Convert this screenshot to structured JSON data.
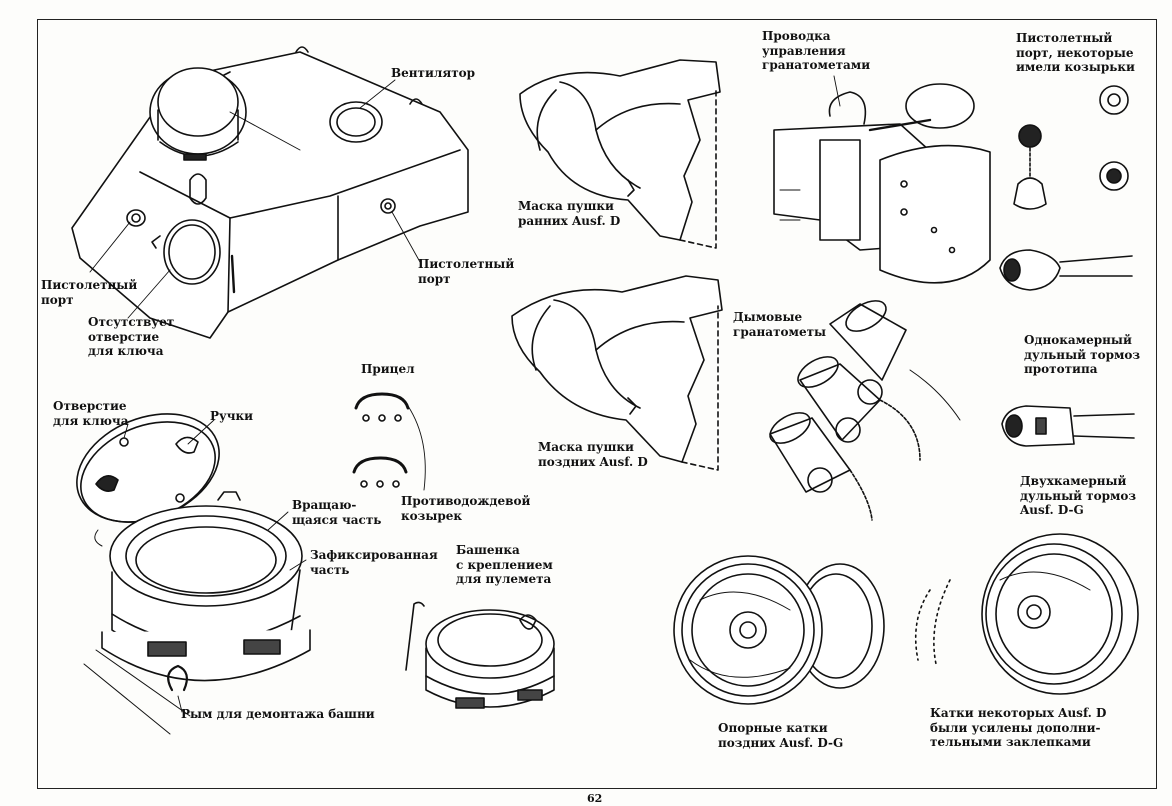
{
  "page_number": "62",
  "labels": {
    "ventilator": "Вентилятор",
    "pistol_port_left": "Пистолетный\nпорт",
    "key_hole_missing": "Отсутствует\nотверстие\nдля ключа",
    "pistol_port_right": "Пистолетный\nпорт",
    "mantlet_early": "Маска пушки\nранних Ausf. D",
    "mantlet_late": "Маска пушки\nпоздних Ausf. D",
    "wiring": "Проводка\nуправления\nгранатометами",
    "pistol_port_visor": "Пистолетный\nпорт, некоторые\nимели козырьки",
    "smoke_launchers": "Дымовые\nгранатометы",
    "muzzle_single": "Однокамерный\nдульный тормоз\nпрототипа",
    "muzzle_double": "Двухкамерный\nдульный тормоз\nAusf. D-G",
    "sight": "Прицел",
    "key_hole": "Отверстие\nдля ключа",
    "handles": "Ручки",
    "rotating_part": "Вращаю-\nщаяся часть",
    "fixed_part": "Зафиксированная\nчасть",
    "rain_visor": "Противодождевой\nкозырек",
    "cupola_mg": "Башенка\nс креплением\nдля пулемета",
    "lifting_eye": "Рым для демонтажа башни",
    "road_wheels": "Опорные катки\nпоздних Ausf. D-G",
    "wheels_rivets": "Катки некоторых Ausf. D\nбыли усилены дополни-\nтельными заклепками"
  }
}
